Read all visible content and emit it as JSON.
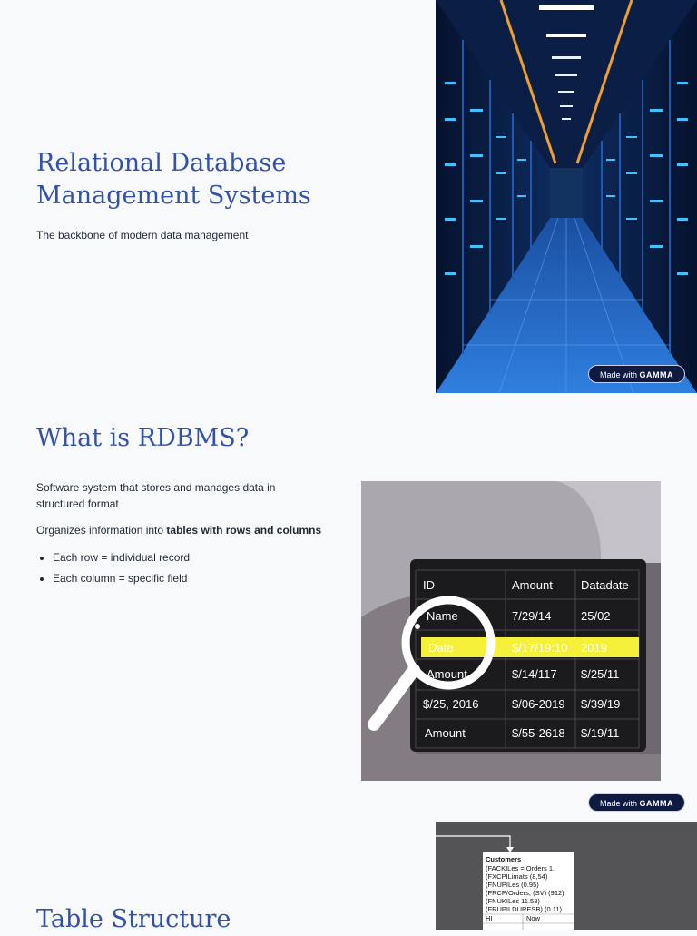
{
  "slide1": {
    "title_line1": "Relational Database",
    "title_line2": "Management Systems",
    "subtitle": "The backbone of modern data management",
    "badge_prefix": "Made with",
    "badge_brand": "GAMMA"
  },
  "slide2": {
    "title": "What is RDBMS?",
    "para1": "Software system that stores and manages data in structured format",
    "para2_prefix": "Organizes information into",
    "para2_bold": "tables with rows and columns",
    "bullets": [
      "Each row = individual record",
      "Each column = specific field"
    ],
    "badge_prefix": "Made with",
    "badge_brand": "GAMMA",
    "table_headers": [
      "ID",
      "Amount",
      "Datadate"
    ],
    "table_rows": [
      [
        "Name",
        "7/29/14",
        "25/02"
      ],
      [
        "Date",
        "$/17/19:10",
        "2019"
      ],
      [
        "Amount",
        "$/14/117",
        "$/25/11"
      ],
      [
        "$/25, 2016",
        "$/06-2019",
        "$/39/19"
      ],
      [
        "Amount",
        "$/55-2618",
        "$/19/11"
      ]
    ]
  },
  "slide3": {
    "title": "Table Structure",
    "diagram_title": "Customers",
    "diagram_lines": [
      "(FACKILes = Orders 1.",
      "(FXCPILimats (8,54)",
      "(FNUPILes (0.95)",
      "(FRCP/Orders; (SV) (912)",
      "(FNUKILes 11.53)",
      "(FRUPILDURESB) (0.11)"
    ],
    "diagram_footer": [
      "HI",
      "Now"
    ]
  },
  "colors": {
    "accent": "#3451a8",
    "badge_bg": "#0e1a3f",
    "highlight": "#f5f03a"
  }
}
